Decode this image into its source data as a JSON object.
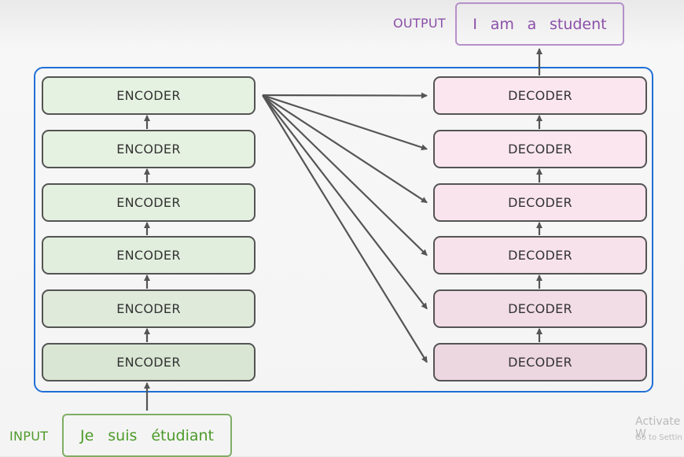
{
  "output": {
    "label": "OUTPUT",
    "words": [
      "I",
      "am",
      "a",
      "student"
    ]
  },
  "input": {
    "label": "INPUT",
    "words": [
      "Je",
      "suis",
      "étudiant"
    ]
  },
  "encoders": [
    "ENCODER",
    "ENCODER",
    "ENCODER",
    "ENCODER",
    "ENCODER",
    "ENCODER"
  ],
  "decoders": [
    "DECODER",
    "DECODER",
    "DECODER",
    "DECODER",
    "DECODER",
    "DECODER"
  ],
  "colors": {
    "frame": "#1f6fd6",
    "encoder_fill": [
      "#e6f2e1",
      "#e6f2e1",
      "#e4f0df",
      "#e2eedd",
      "#dfeadb",
      "#d9e6d3"
    ],
    "decoder_fill": [
      "#fbe6ef",
      "#fbe6ef",
      "#f9e4ed",
      "#f7e2eb",
      "#f2dce5",
      "#ecd6df"
    ],
    "output": "#8b4fa8",
    "input": "#4d9a2a",
    "arrow": "#555555"
  },
  "watermark": {
    "line1": "Activate W",
    "line2": "Go to Settin"
  }
}
